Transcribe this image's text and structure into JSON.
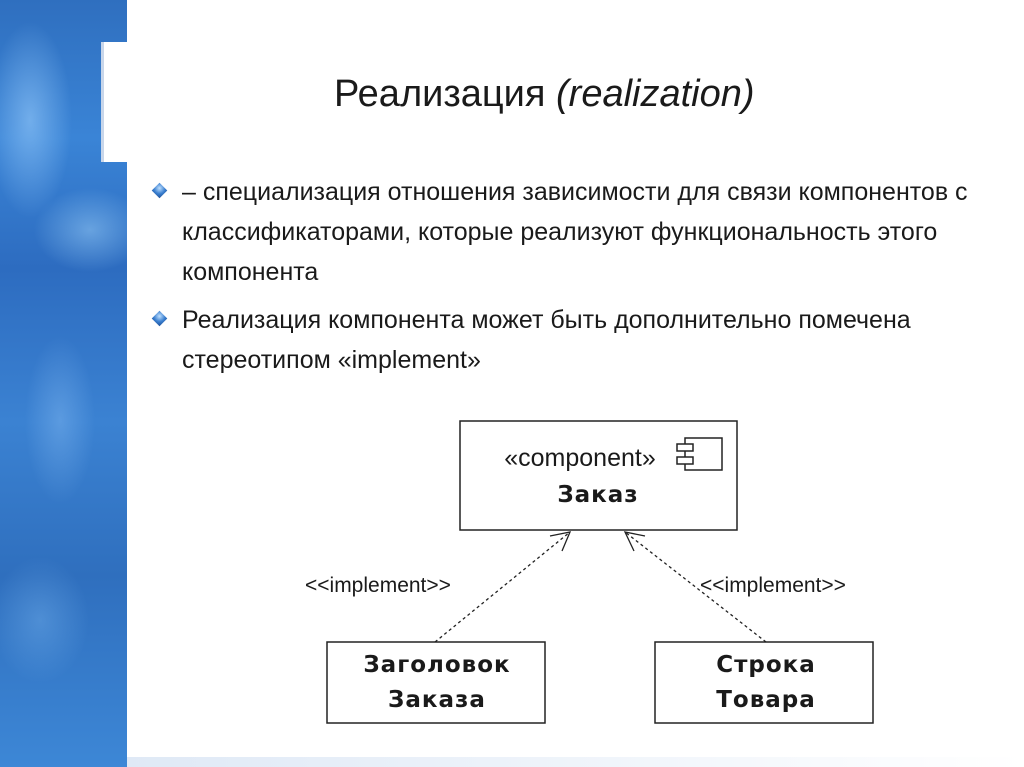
{
  "slide": {
    "title_main": "Реализация",
    "title_italic": "(realization)"
  },
  "bullets": [
    "– специализация отношения зависимости для связи компонентов с классификаторами, которые реализуют функциональность этого компонента",
    "Реализация компонента может быть дополнительно помечена стереотипом «implement»"
  ],
  "diagram": {
    "component": {
      "stereotype": "«component»",
      "name": "Заказ"
    },
    "left_box": {
      "line1": "Заголовок",
      "line2": "Заказа"
    },
    "right_box": {
      "line1": "Строка",
      "line2": "Товара"
    },
    "left_label": "<<implement>>",
    "right_label": "<<implement>>",
    "colors": {
      "accent_band": "#2f6fbf",
      "text": "#1a1a1a"
    }
  }
}
